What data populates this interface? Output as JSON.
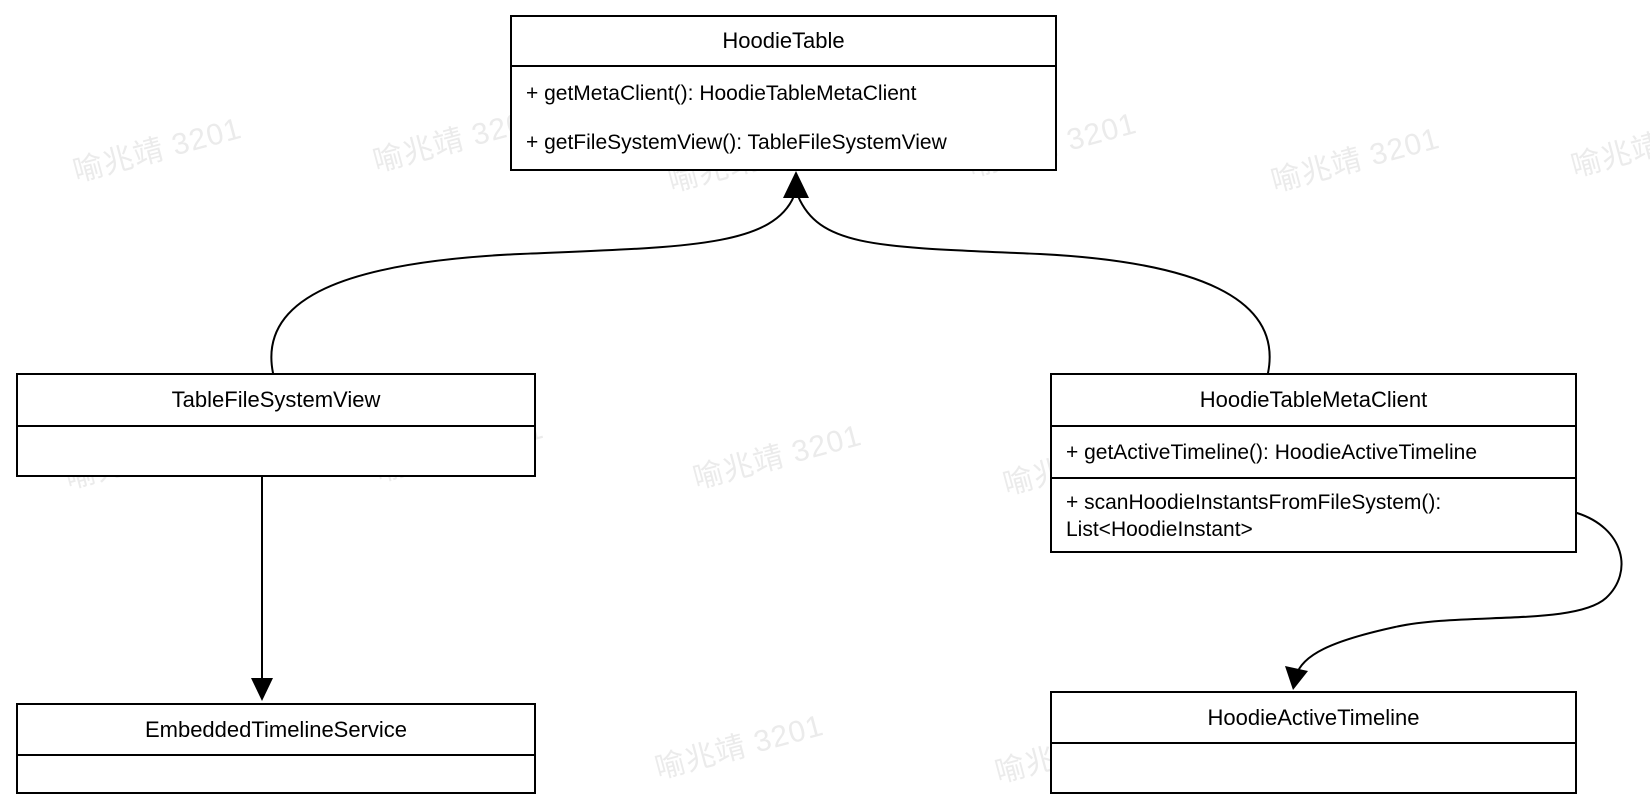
{
  "diagram": {
    "background_color": "#ffffff",
    "line_color": "#000000",
    "watermark": {
      "text": "喻兆靖 3201",
      "color": "#ebebeb"
    },
    "classes": [
      {
        "title": "HoodieTable",
        "members": [
          "+ getMetaClient(): HoodieTableMetaClient",
          "+ getFileSystemView(): TableFileSystemView"
        ]
      },
      {
        "title": "TableFileSystemView",
        "members": []
      },
      {
        "title": "HoodieTableMetaClient",
        "members": [
          "+ getActiveTimeline(): HoodieActiveTimeline",
          "+ scanHoodieInstantsFromFileSystem(): List<HoodieInstant>"
        ]
      },
      {
        "title": "EmbeddedTimelineService",
        "members": []
      },
      {
        "title": "HoodieActiveTimeline",
        "members": []
      }
    ],
    "relations": [
      {
        "from": "TableFileSystemView",
        "to": "HoodieTable",
        "type": "arrow"
      },
      {
        "from": "HoodieTableMetaClient",
        "to": "HoodieTable",
        "type": "arrow"
      },
      {
        "from": "TableFileSystemView",
        "to": "EmbeddedTimelineService",
        "type": "arrow"
      },
      {
        "from": "HoodieTableMetaClient",
        "to": "HoodieActiveTimeline",
        "type": "arrow"
      }
    ]
  }
}
